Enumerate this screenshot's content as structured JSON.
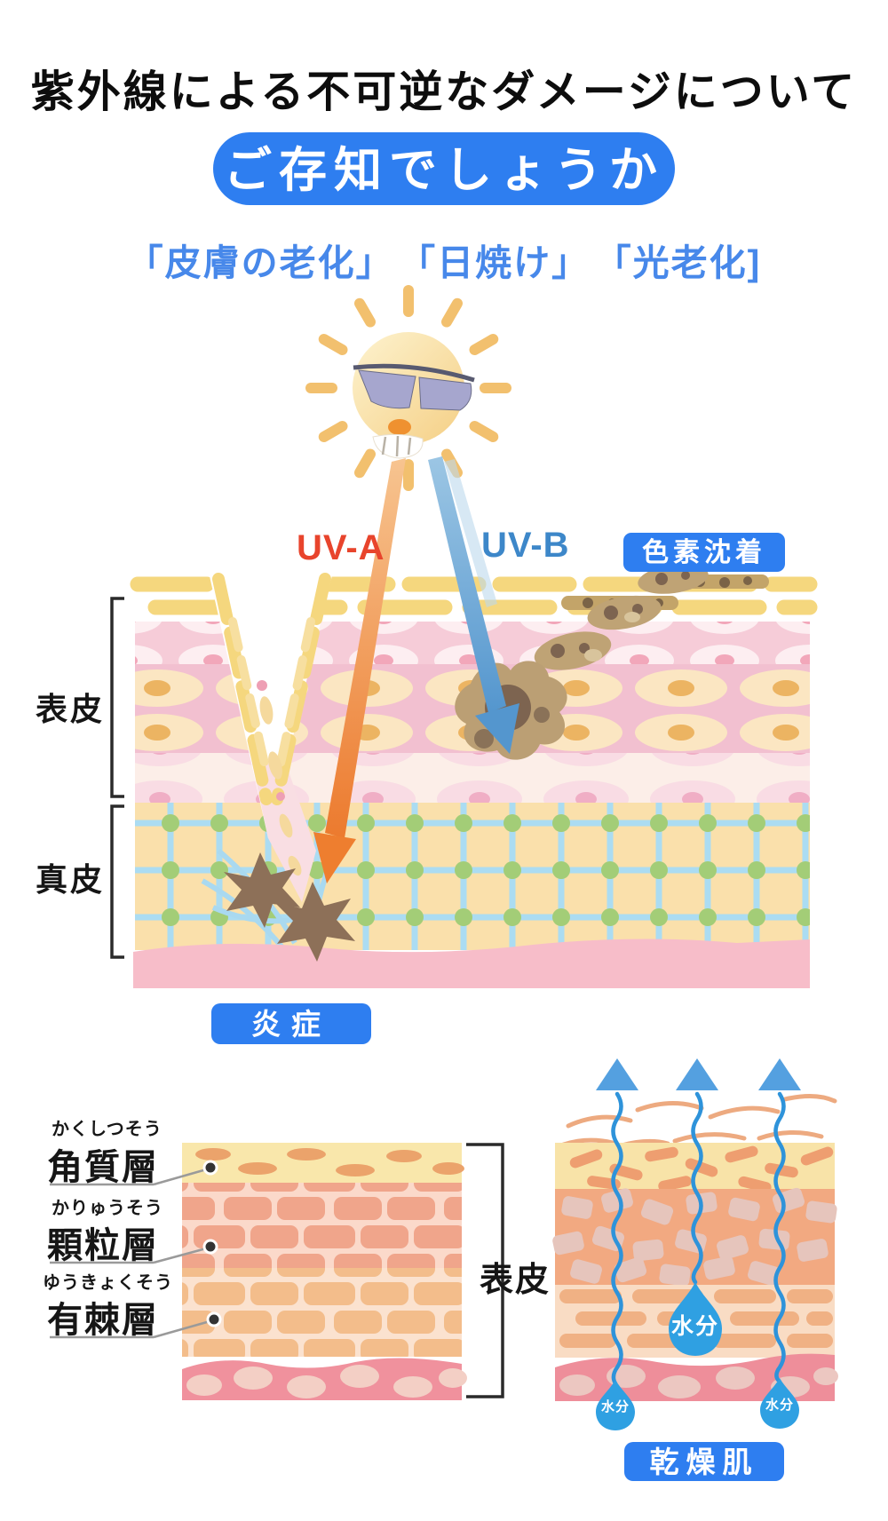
{
  "header": {
    "title": "紫外線による不可逆なダメージについて",
    "question_badge": "ご存知でしょうか",
    "keywords": [
      "「皮膚の老化」",
      "「日焼け」",
      "「光老化]"
    ]
  },
  "uv_labels": {
    "uva": "UV-A",
    "uvb": "UV-B"
  },
  "badges": {
    "pigmentation": "色素沈着",
    "inflammation": "炎症",
    "dry_skin": "乾燥肌"
  },
  "main_diagram": {
    "epidermis": "表皮",
    "dermis": "真皮"
  },
  "layer_diagram": {
    "stratum_corneum_furigana": "かくしつそう",
    "stratum_corneum": "角質層",
    "granular_furigana": "かりゅうそう",
    "granular": "顆粒層",
    "spinous_furigana": "ゆうきょくそう",
    "spinous": "有棘層",
    "epidermis": "表皮"
  },
  "dry_skin_diagram": {
    "moisture_big": "水分",
    "moisture_left": "水分",
    "moisture_right": "水分"
  },
  "colors": {
    "badge_blue": "#2e7ef0",
    "keyword_blue": "#4788ea",
    "uva_red": "#e8442c",
    "uvb_blue": "#3d87c9",
    "water_blue": "#2fa0e2",
    "dermis_grid_blue": "#abdcf2",
    "dermis_dot_green": "#a3cd77"
  }
}
